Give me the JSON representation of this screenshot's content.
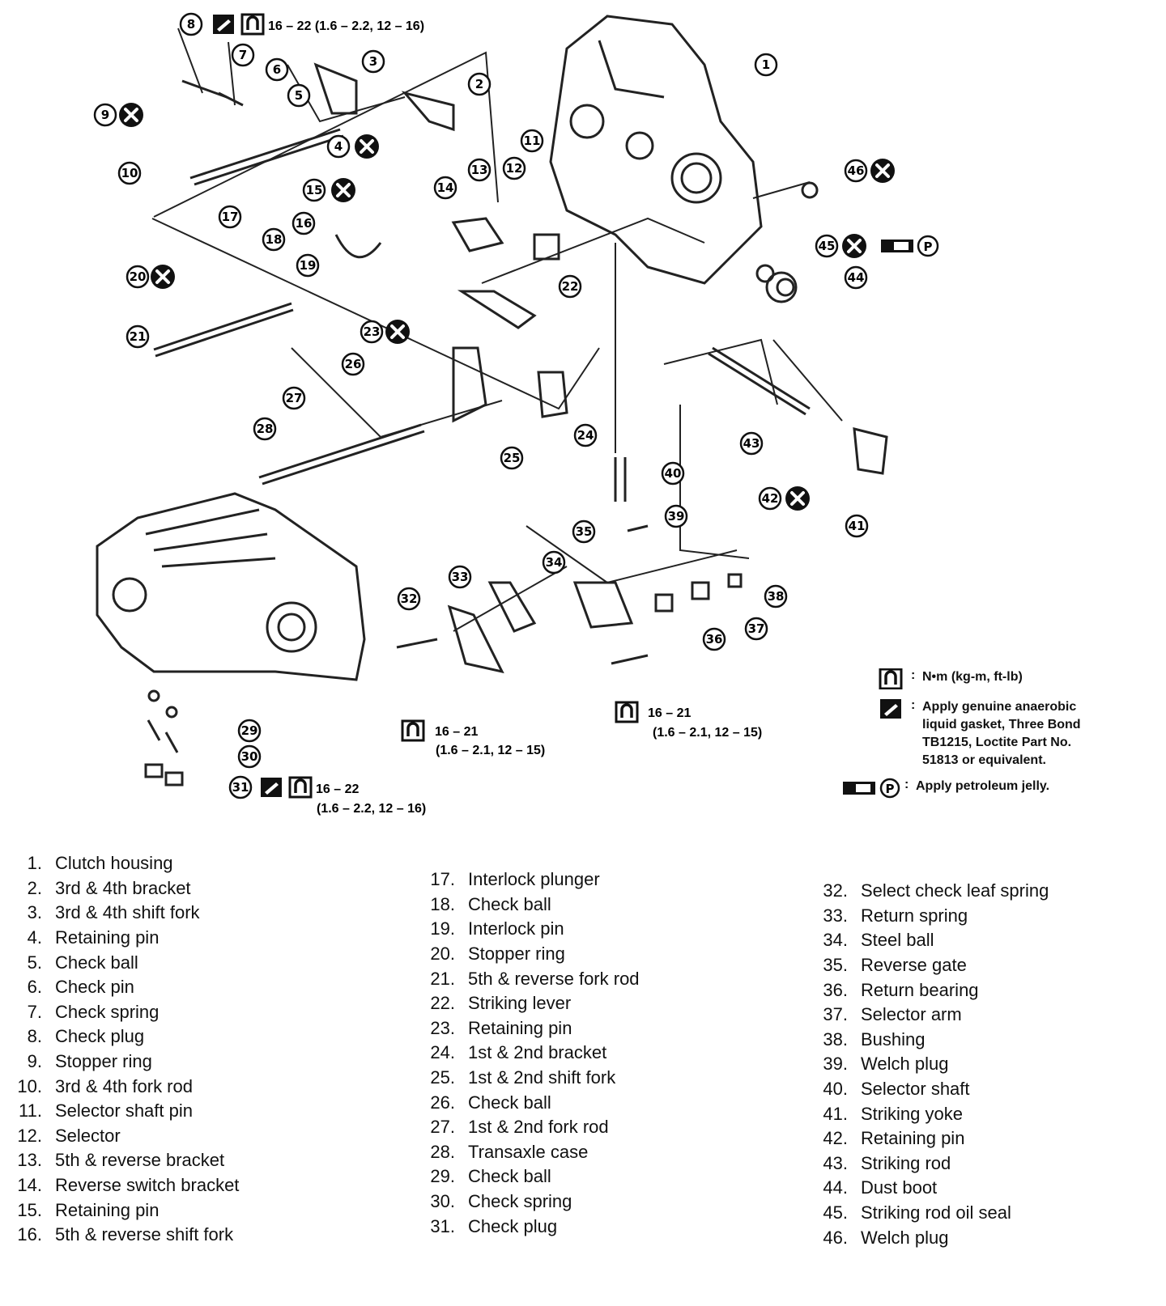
{
  "torque_specs": {
    "check_plug_top": "16 – 22 (1.6 – 2.2, 12 – 16)",
    "bolt_left": "16 – 21",
    "bolt_left_sub": "(1.6 – 2.1, 12 – 15)",
    "bolt_mid": "16 – 21",
    "bolt_mid_sub": "(1.6 – 2.1, 12 – 15)",
    "check_plug_bottom": "16 – 22",
    "check_plug_bottom_sub": "(1.6 – 2.2, 12 – 16)"
  },
  "legend": {
    "torque": "N•m  (kg-m,  ft-lb)",
    "gasket_1": "Apply genuine anaerobic",
    "gasket_2": "liquid gasket, Three Bond",
    "gasket_3": "TB1215, Loctite Part No.",
    "gasket_4": "51813 or equivalent.",
    "jelly": "Apply  petroleum  jelly."
  },
  "jelly_symbol_letter": "P",
  "callouts": [
    "1",
    "2",
    "3",
    "4",
    "5",
    "6",
    "7",
    "8",
    "9",
    "10",
    "11",
    "12",
    "13",
    "14",
    "15",
    "16",
    "17",
    "18",
    "19",
    "20",
    "21",
    "22",
    "23",
    "24",
    "25",
    "26",
    "27",
    "28",
    "29",
    "30",
    "31",
    "32",
    "33",
    "34",
    "35",
    "36",
    "37",
    "38",
    "39",
    "40",
    "41",
    "42",
    "43",
    "44",
    "45",
    "46"
  ],
  "parts_columns": [
    [
      {
        "n": "1.",
        "name": "Clutch housing"
      },
      {
        "n": "2.",
        "name": "3rd & 4th bracket"
      },
      {
        "n": "3.",
        "name": "3rd & 4th shift fork"
      },
      {
        "n": "4.",
        "name": "Retaining pin"
      },
      {
        "n": "5.",
        "name": "Check ball"
      },
      {
        "n": "6.",
        "name": "Check pin"
      },
      {
        "n": "7.",
        "name": "Check spring"
      },
      {
        "n": "8.",
        "name": "Check plug"
      },
      {
        "n": "9.",
        "name": "Stopper ring"
      },
      {
        "n": "10.",
        "name": "3rd & 4th fork rod"
      },
      {
        "n": "11.",
        "name": "Selector shaft pin"
      },
      {
        "n": "12.",
        "name": "Selector"
      },
      {
        "n": "13.",
        "name": "5th & reverse bracket"
      },
      {
        "n": "14.",
        "name": "Reverse switch bracket"
      },
      {
        "n": "15.",
        "name": "Retaining pin"
      },
      {
        "n": "16.",
        "name": "5th & reverse shift fork"
      }
    ],
    [
      {
        "n": "17.",
        "name": "Interlock plunger"
      },
      {
        "n": "18.",
        "name": "Check ball"
      },
      {
        "n": "19.",
        "name": "Interlock pin"
      },
      {
        "n": "20.",
        "name": "Stopper ring"
      },
      {
        "n": "21.",
        "name": "5th & reverse fork rod"
      },
      {
        "n": "22.",
        "name": "Striking lever"
      },
      {
        "n": "23.",
        "name": "Retaining pin"
      },
      {
        "n": "24.",
        "name": "1st & 2nd bracket"
      },
      {
        "n": "25.",
        "name": "1st & 2nd shift fork"
      },
      {
        "n": "26.",
        "name": "Check ball"
      },
      {
        "n": "27.",
        "name": "1st & 2nd fork rod"
      },
      {
        "n": "28.",
        "name": "Transaxle case"
      },
      {
        "n": "29.",
        "name": "Check ball"
      },
      {
        "n": "30.",
        "name": "Check spring"
      },
      {
        "n": "31.",
        "name": "Check plug"
      }
    ],
    [
      {
        "n": "32.",
        "name": "Select check leaf spring"
      },
      {
        "n": "33.",
        "name": "Return spring"
      },
      {
        "n": "34.",
        "name": "Steel ball"
      },
      {
        "n": "35.",
        "name": "Reverse gate"
      },
      {
        "n": "36.",
        "name": "Return bearing"
      },
      {
        "n": "37.",
        "name": "Selector arm"
      },
      {
        "n": "38.",
        "name": "Bushing"
      },
      {
        "n": "39.",
        "name": "Welch plug"
      },
      {
        "n": "40.",
        "name": "Selector shaft"
      },
      {
        "n": "41.",
        "name": "Striking yoke"
      },
      {
        "n": "42.",
        "name": "Retaining pin"
      },
      {
        "n": "43.",
        "name": "Striking rod"
      },
      {
        "n": "44.",
        "name": "Dust boot"
      },
      {
        "n": "45.",
        "name": "Striking rod oil seal"
      },
      {
        "n": "46.",
        "name": "Welch plug"
      }
    ]
  ]
}
